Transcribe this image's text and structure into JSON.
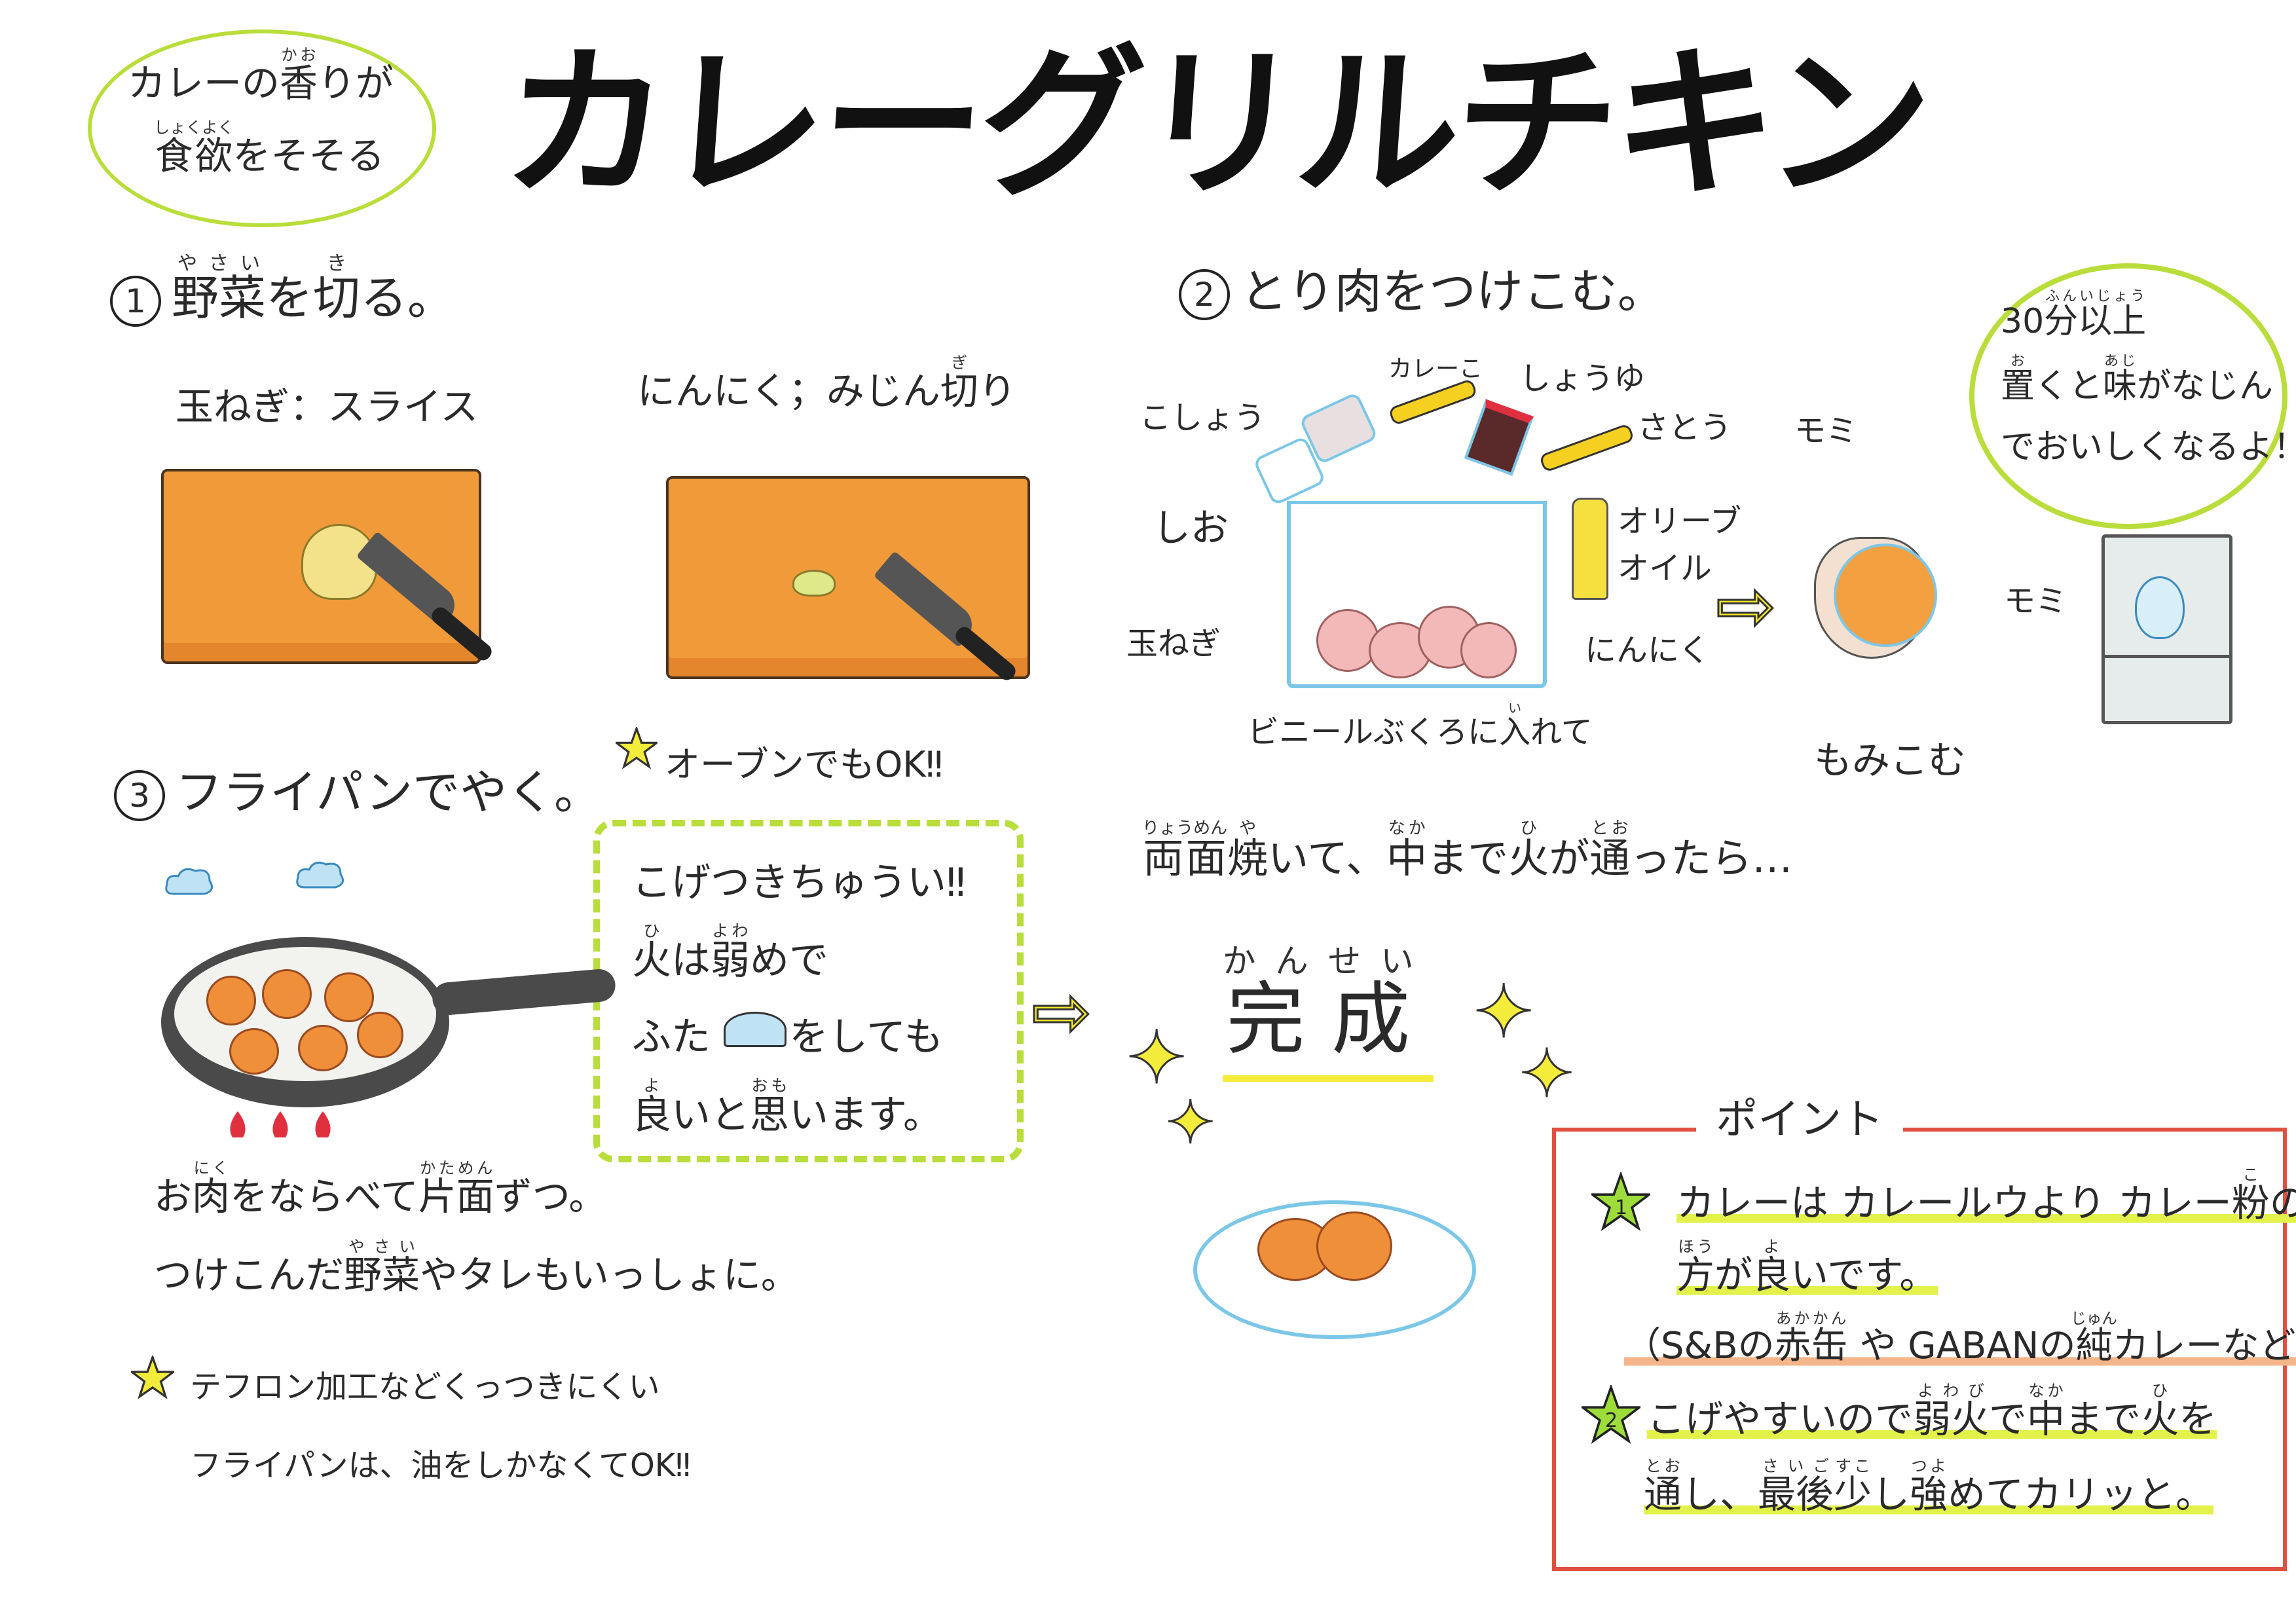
{
  "title": "カレーグリルチキン",
  "intro_bubble": {
    "line1": [
      {
        "t": "カレーの"
      },
      {
        "t": "香",
        "r": "かお"
      },
      {
        "t": "りが"
      }
    ],
    "line2": [
      {
        "t": "食欲",
        "r": "しょくよく"
      },
      {
        "t": "をそそる"
      }
    ]
  },
  "step1": {
    "number": "1",
    "heading": [
      {
        "t": "野菜",
        "r": "やさい"
      },
      {
        "t": "を"
      },
      {
        "t": "切",
        "r": "き"
      },
      {
        "t": "る。"
      }
    ],
    "onion_label": "玉ねぎ：スライス",
    "garlic_label": [
      {
        "t": "にんにく；みじん"
      },
      {
        "t": "切",
        "r": "ぎ"
      },
      {
        "t": "り"
      }
    ]
  },
  "step2": {
    "number": "2",
    "heading": [
      {
        "t": "とり"
      },
      {
        "t": "肉",
        "r": ""
      },
      {
        "t": "をつけこむ。"
      }
    ],
    "ingredients": {
      "pepper": "こしょう",
      "curry": "カレーこ",
      "soy": "しょうゆ",
      "sugar": "さとう",
      "salt": "しお",
      "olive_oil": "オリーブ\nオイル",
      "onion": "玉ねぎ",
      "garlic": "にんにく"
    },
    "bag_caption": [
      {
        "t": "ビニールぶくろに"
      },
      {
        "t": "入",
        "r": "い"
      },
      {
        "t": "れて"
      }
    ],
    "massage_word": "モミ",
    "massage_caption": "もみこむ",
    "bubble": {
      "line1": [
        {
          "t": "30"
        },
        {
          "t": "分以上",
          "r": "ふんいじょう"
        }
      ],
      "line2": [
        {
          "t": "置",
          "r": "お"
        },
        {
          "t": "くと"
        },
        {
          "t": "味",
          "r": "あじ"
        },
        {
          "t": "がなじん"
        }
      ],
      "line3": "でおいしくなるよ！"
    }
  },
  "step3": {
    "number": "3",
    "heading": "フライパンでやく。",
    "oven_note": "オーブンでもOK‼",
    "caution": {
      "line1": "こげつきちゅうい‼",
      "line2": [
        {
          "t": "火",
          "r": "ひ"
        },
        {
          "t": "は"
        },
        {
          "t": "弱",
          "r": "よわ"
        },
        {
          "t": "めで"
        }
      ],
      "line3": "ふた　　をしても",
      "line4": [
        {
          "t": "良",
          "r": "よ"
        },
        {
          "t": "いと"
        },
        {
          "t": "思",
          "r": "おも"
        },
        {
          "t": "います。"
        }
      ]
    },
    "line1": [
      {
        "t": "お"
      },
      {
        "t": "肉",
        "r": "にく"
      },
      {
        "t": "をならべて"
      },
      {
        "t": "片面",
        "r": "かためん"
      },
      {
        "t": "ずつ。"
      }
    ],
    "line2": [
      {
        "t": "つけこんだ"
      },
      {
        "t": "野菜",
        "r": "やさい"
      },
      {
        "t": "やタレもいっしょに。"
      }
    ],
    "tip_line1": "テフロン加工などくっつきにくい",
    "tip_line2": "フライパンは、油をしかなくてOK‼"
  },
  "finish": {
    "line": [
      {
        "t": "両面",
        "r": "りょうめん"
      },
      {
        "t": "焼",
        "r": "や"
      },
      {
        "t": "いて、"
      },
      {
        "t": "中",
        "r": "なか"
      },
      {
        "t": "まで"
      },
      {
        "t": "火",
        "r": "ひ"
      },
      {
        "t": "が"
      },
      {
        "t": "通",
        "r": "とお"
      },
      {
        "t": "ったら…"
      }
    ],
    "done": [
      {
        "t": "完",
        "r": "かん"
      },
      {
        "t": "成",
        "r": "せい"
      }
    ]
  },
  "points": {
    "title": "ポイント",
    "p1_num": "1",
    "p1_line1": [
      {
        "t": "カレーは カレールウより カレー"
      },
      {
        "t": "粉",
        "r": "こ"
      },
      {
        "t": "の"
      }
    ],
    "p1_line2": [
      {
        "t": "方",
        "r": "ほう"
      },
      {
        "t": "が"
      },
      {
        "t": "良",
        "r": "よ"
      },
      {
        "t": "いです。"
      }
    ],
    "p1_line3": [
      {
        "t": "（S&Bの"
      },
      {
        "t": "赤缶",
        "r": "あかかん"
      },
      {
        "t": " や GABANの"
      },
      {
        "t": "純",
        "r": "じゅん"
      },
      {
        "t": "カレーなど）"
      }
    ],
    "p2_num": "2",
    "p2_line1": [
      {
        "t": "こげやすいので"
      },
      {
        "t": "弱火",
        "r": "よわび"
      },
      {
        "t": "で"
      },
      {
        "t": "中",
        "r": "なか"
      },
      {
        "t": "まで"
      },
      {
        "t": "火",
        "r": "ひ"
      },
      {
        "t": "を"
      }
    ],
    "p2_line2": [
      {
        "t": "通",
        "r": "とお"
      },
      {
        "t": "し、"
      },
      {
        "t": "最後",
        "r": "さいご"
      },
      {
        "t": "少",
        "r": "すこ"
      },
      {
        "t": "し"
      },
      {
        "t": "強",
        "r": "つよ"
      },
      {
        "t": "めてカリッと。"
      }
    ]
  },
  "colors": {
    "highlight": "#e3f24a",
    "point_border": "#e05040",
    "bubble": "#b9dd3a",
    "board": "#f09a3a"
  }
}
